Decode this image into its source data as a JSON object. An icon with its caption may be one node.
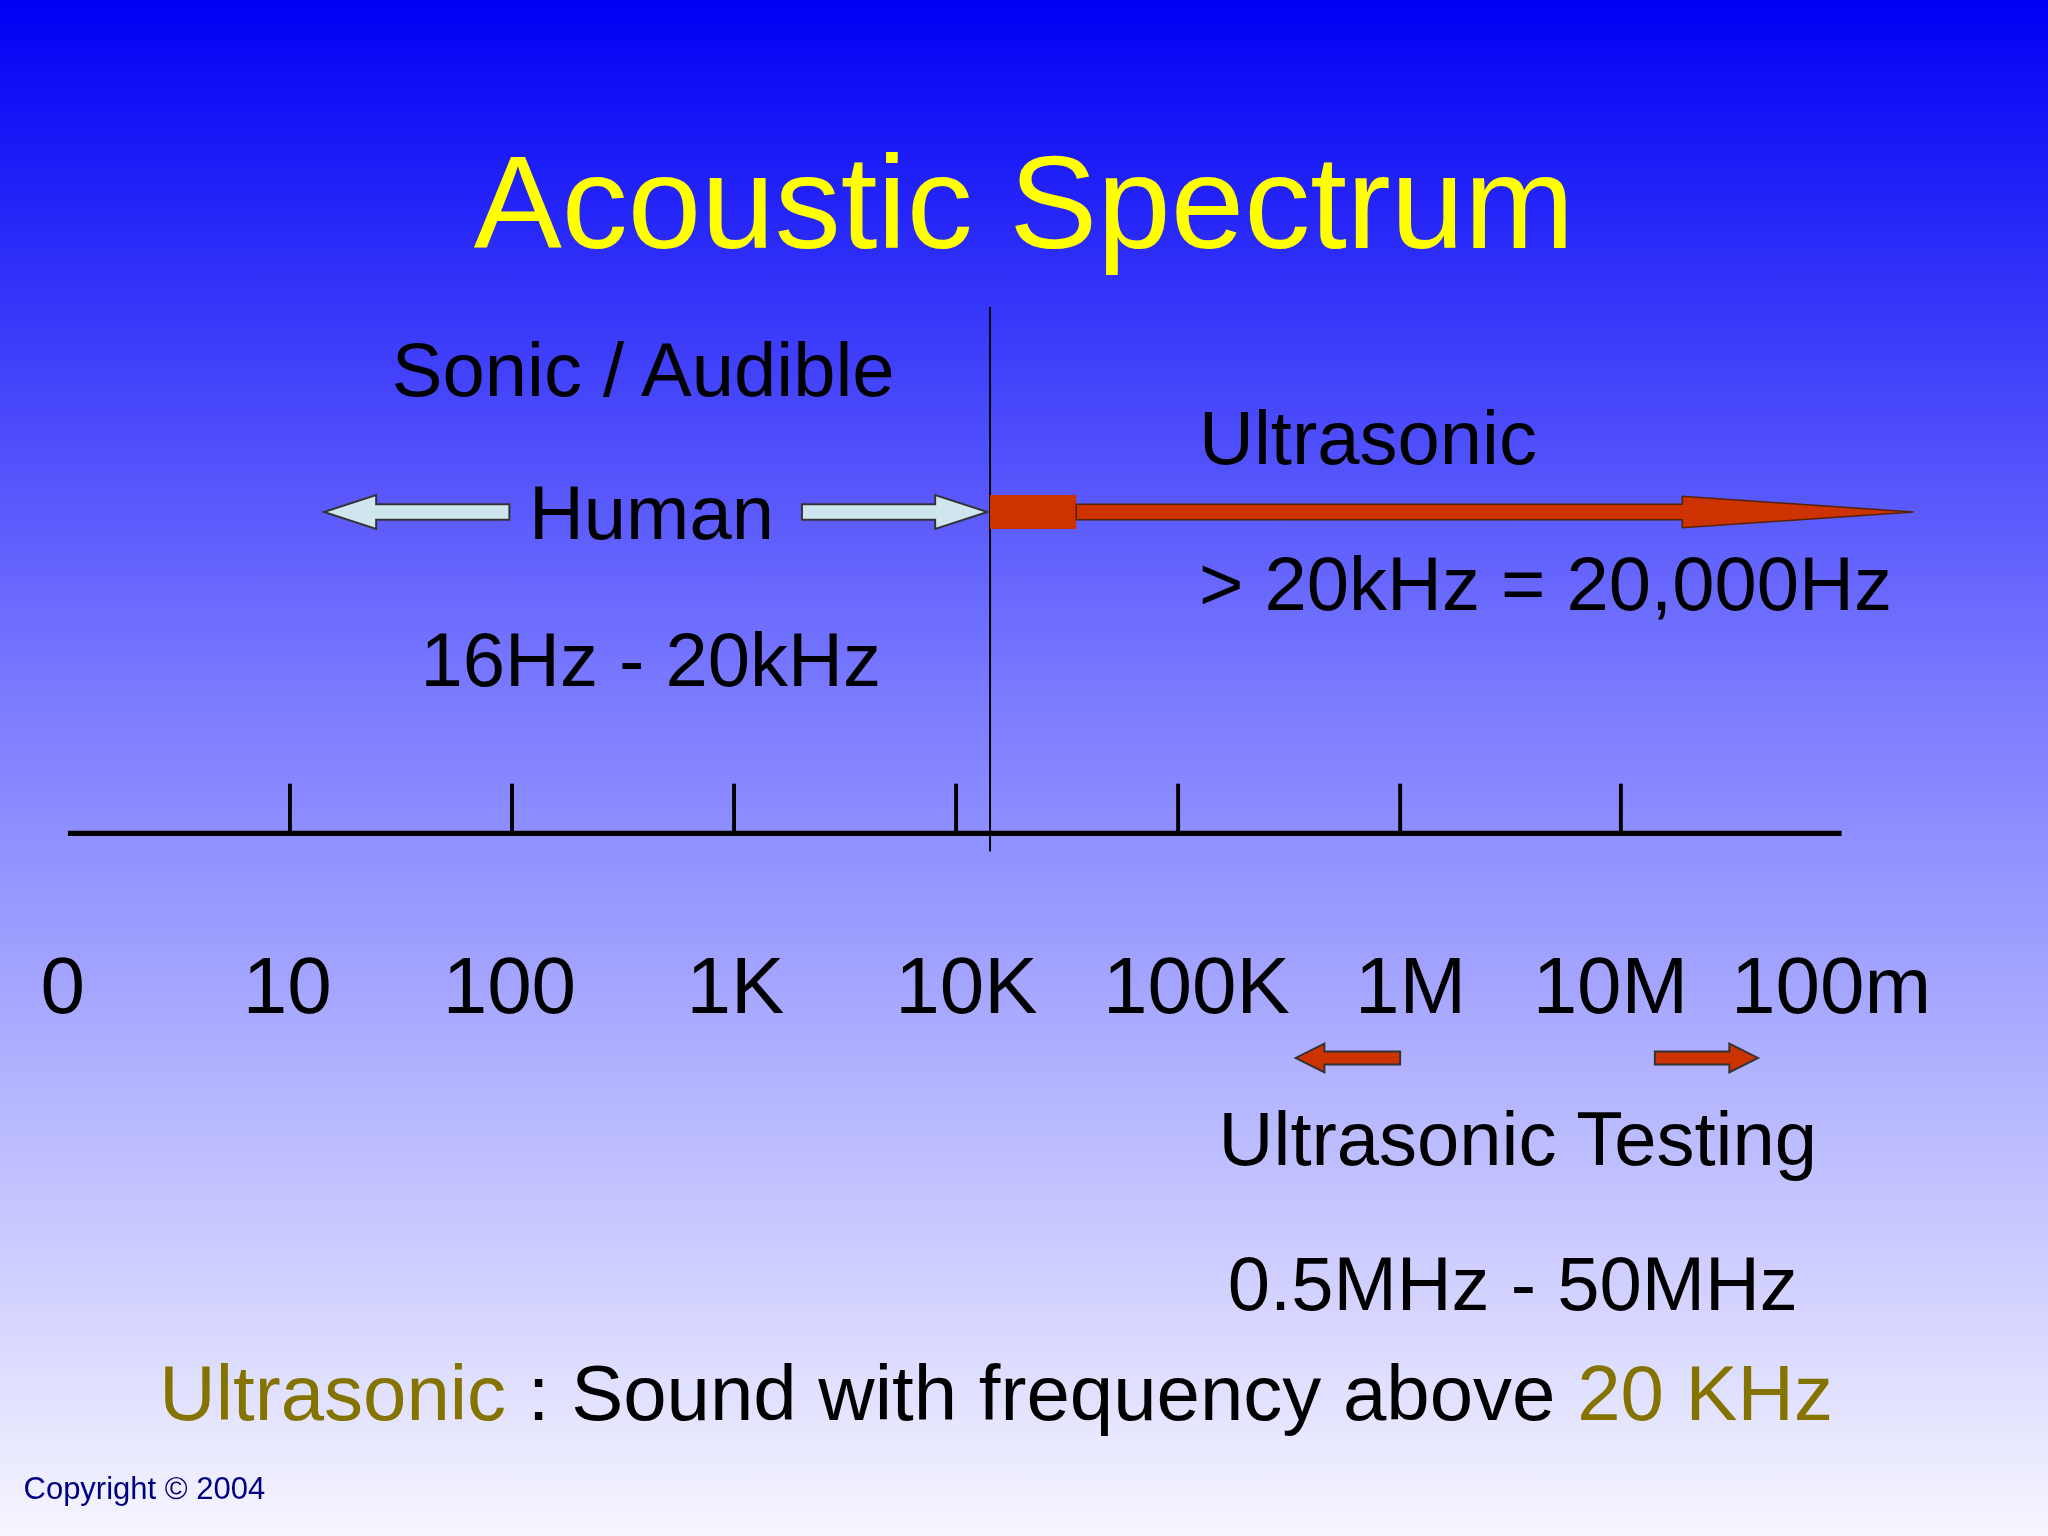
{
  "diagram": {
    "title": "Acoustic Spectrum",
    "labels": [
      "Sonic / Audible",
      "Ultrasonic",
      "Human",
      "> 20kHz = 20,000Hz",
      "16Hz - 20kHz",
      "0",
      "10",
      "100",
      "1K",
      "10K",
      "100K",
      "1M",
      "10M",
      "100m",
      "Ultrasonic Testing",
      "0.5MHz - 50MHz",
      "Ultrasonic",
      ": Sound with frequency above",
      "20 KHz",
      "Copyright © 2004"
    ]
  }
}
